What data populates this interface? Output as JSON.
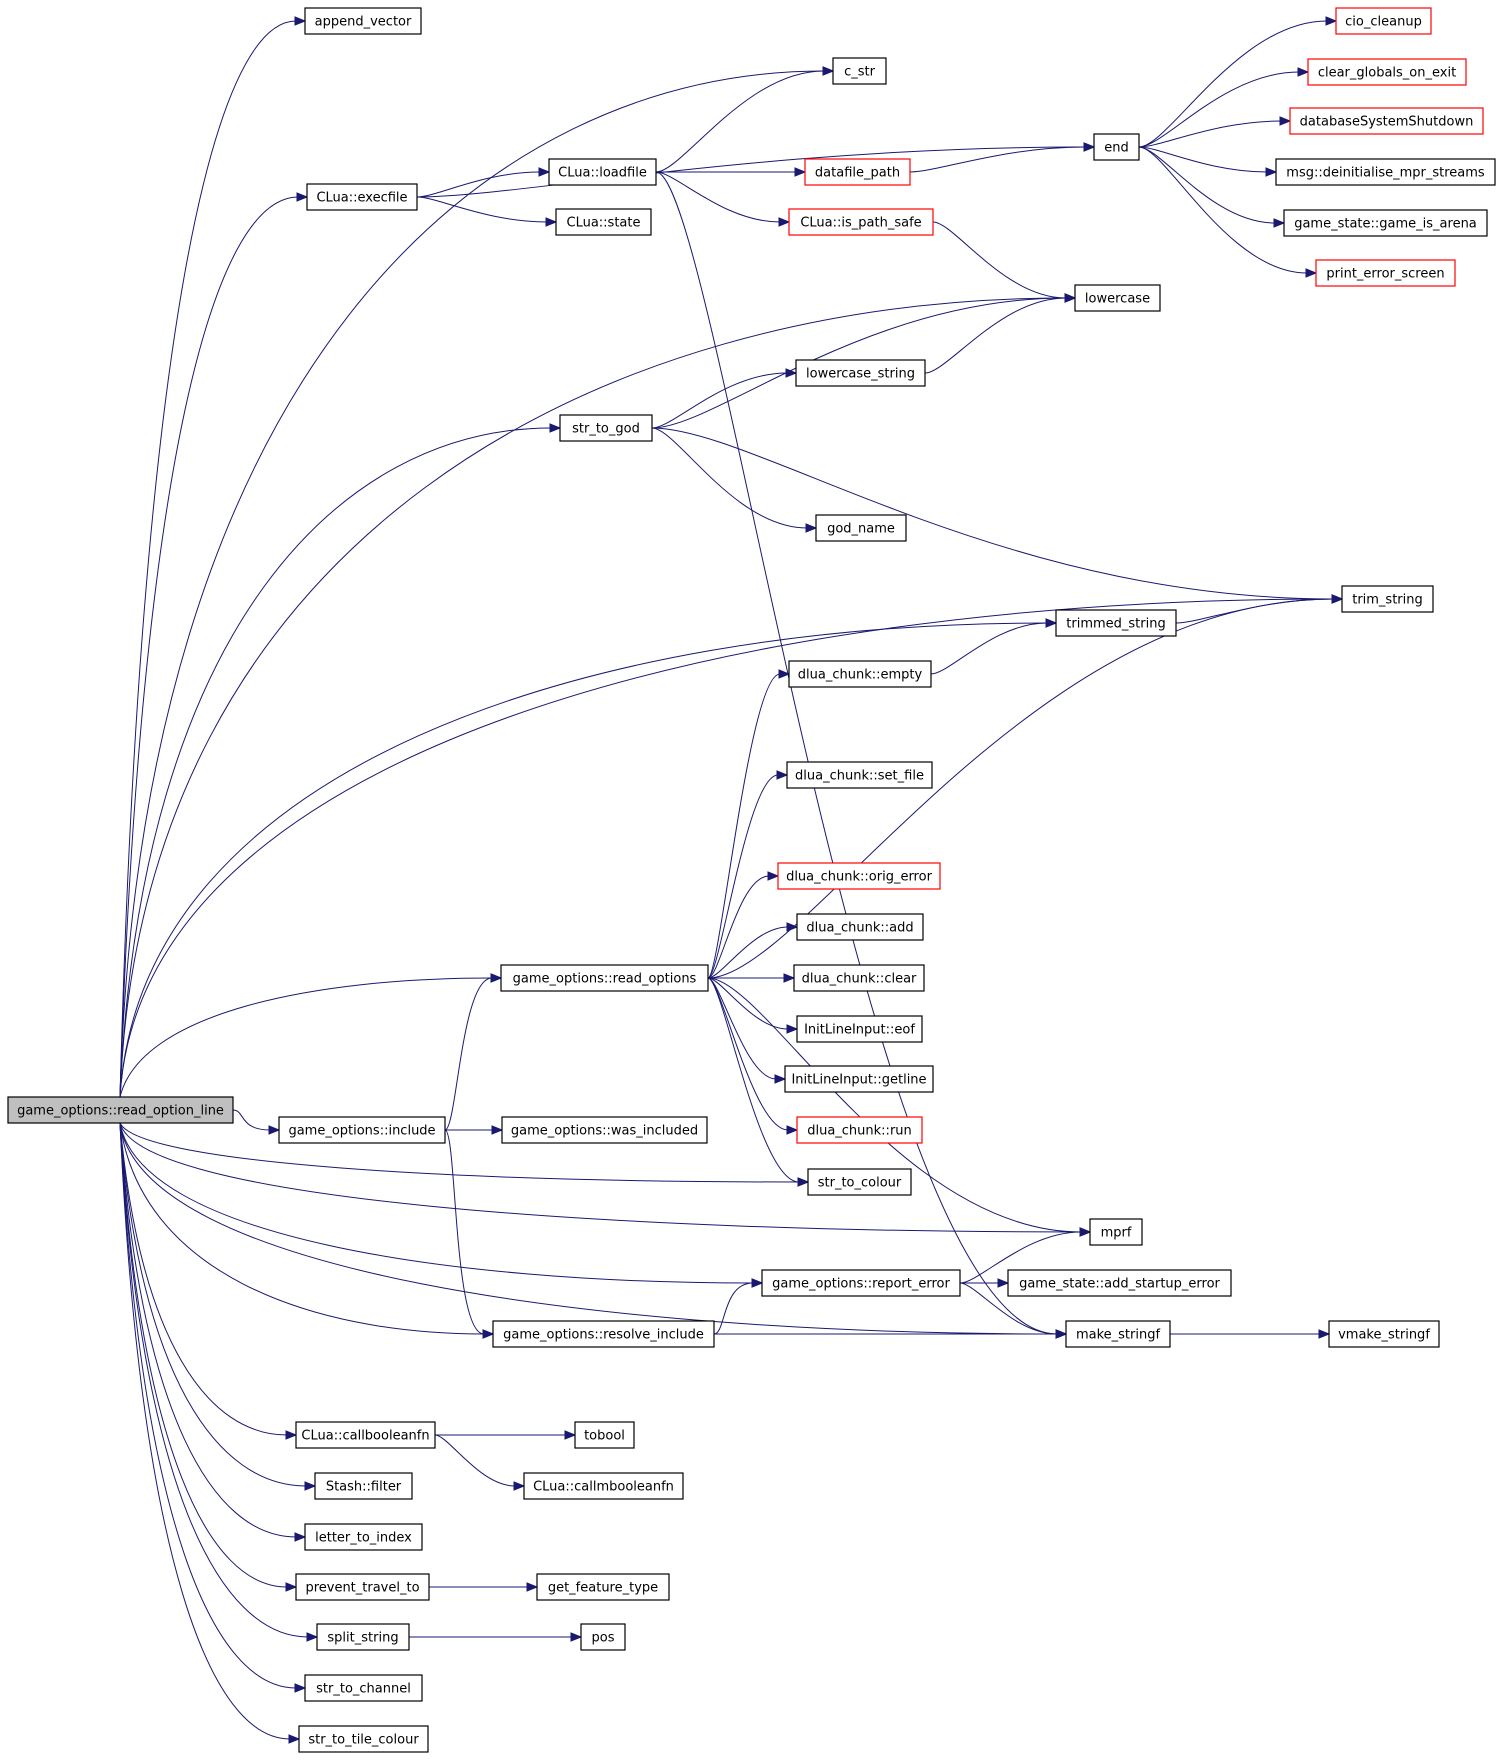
{
  "nodes": [
    {
      "id": "root",
      "label": "game_options::read_option_line",
      "style": "root"
    },
    {
      "id": "append_vector",
      "label": "append_vector"
    },
    {
      "id": "c_str",
      "label": "c_str"
    },
    {
      "id": "execfile",
      "label": "CLua::execfile"
    },
    {
      "id": "loadfile",
      "label": "CLua::loadfile"
    },
    {
      "id": "state",
      "label": "CLua::state"
    },
    {
      "id": "datafile_path",
      "label": "datafile_path",
      "style": "red"
    },
    {
      "id": "is_path_safe",
      "label": "CLua::is_path_safe",
      "style": "red"
    },
    {
      "id": "end",
      "label": "end"
    },
    {
      "id": "cio_cleanup",
      "label": "cio_cleanup",
      "style": "red"
    },
    {
      "id": "clear_globals",
      "label": "clear_globals_on_exit",
      "style": "red"
    },
    {
      "id": "dbshutdown",
      "label": "databaseSystemShutdown",
      "style": "red"
    },
    {
      "id": "msg_deinit",
      "label": "msg::deinitialise_mpr_streams"
    },
    {
      "id": "game_is_arena",
      "label": "game_state::game_is_arena"
    },
    {
      "id": "print_error_screen",
      "label": "print_error_screen",
      "style": "red"
    },
    {
      "id": "lowercase",
      "label": "lowercase"
    },
    {
      "id": "lowercase_string",
      "label": "lowercase_string"
    },
    {
      "id": "str_to_god",
      "label": "str_to_god"
    },
    {
      "id": "god_name",
      "label": "god_name"
    },
    {
      "id": "trim_string",
      "label": "trim_string"
    },
    {
      "id": "trimmed_string",
      "label": "trimmed_string"
    },
    {
      "id": "dlua_empty",
      "label": "dlua_chunk::empty"
    },
    {
      "id": "dlua_set_file",
      "label": "dlua_chunk::set_file"
    },
    {
      "id": "dlua_orig_error",
      "label": "dlua_chunk::orig_error",
      "style": "red"
    },
    {
      "id": "dlua_add",
      "label": "dlua_chunk::add"
    },
    {
      "id": "dlua_clear",
      "label": "dlua_chunk::clear"
    },
    {
      "id": "read_options",
      "label": "game_options::read_options"
    },
    {
      "id": "il_eof",
      "label": "InitLineInput::eof"
    },
    {
      "id": "il_getline",
      "label": "InitLineInput::getline"
    },
    {
      "id": "dlua_run",
      "label": "dlua_chunk::run",
      "style": "red"
    },
    {
      "id": "include",
      "label": "game_options::include"
    },
    {
      "id": "was_included",
      "label": "game_options::was_included"
    },
    {
      "id": "str_to_colour",
      "label": "str_to_colour"
    },
    {
      "id": "mprf",
      "label": "mprf"
    },
    {
      "id": "report_error",
      "label": "game_options::report_error"
    },
    {
      "id": "add_startup_error",
      "label": "game_state::add_startup_error"
    },
    {
      "id": "resolve_include",
      "label": "game_options::resolve_include"
    },
    {
      "id": "make_stringf",
      "label": "make_stringf"
    },
    {
      "id": "vmake_stringf",
      "label": "vmake_stringf"
    },
    {
      "id": "callbooleanfn",
      "label": "CLua::callbooleanfn"
    },
    {
      "id": "tobool",
      "label": "tobool"
    },
    {
      "id": "callmbooleanfn",
      "label": "CLua::callmbooleanfn"
    },
    {
      "id": "stash_filter",
      "label": "Stash::filter"
    },
    {
      "id": "letter_to_index",
      "label": "letter_to_index"
    },
    {
      "id": "prevent_travel_to",
      "label": "prevent_travel_to"
    },
    {
      "id": "get_feature_type",
      "label": "get_feature_type"
    },
    {
      "id": "split_string",
      "label": "split_string"
    },
    {
      "id": "pos",
      "label": "pos"
    },
    {
      "id": "str_to_channel",
      "label": "str_to_channel"
    },
    {
      "id": "str_to_tile_colour",
      "label": "str_to_tile_colour"
    }
  ],
  "edges": [
    [
      "root",
      "append_vector"
    ],
    [
      "root",
      "c_str"
    ],
    [
      "root",
      "execfile"
    ],
    [
      "root",
      "lowercase"
    ],
    [
      "root",
      "str_to_god"
    ],
    [
      "root",
      "trim_string"
    ],
    [
      "root",
      "trimmed_string"
    ],
    [
      "root",
      "read_options"
    ],
    [
      "root",
      "include"
    ],
    [
      "root",
      "str_to_colour"
    ],
    [
      "root",
      "mprf"
    ],
    [
      "root",
      "report_error"
    ],
    [
      "root",
      "resolve_include"
    ],
    [
      "root",
      "make_stringf"
    ],
    [
      "root",
      "callbooleanfn"
    ],
    [
      "root",
      "stash_filter"
    ],
    [
      "root",
      "letter_to_index"
    ],
    [
      "root",
      "prevent_travel_to"
    ],
    [
      "root",
      "split_string"
    ],
    [
      "root",
      "str_to_channel"
    ],
    [
      "root",
      "str_to_tile_colour"
    ],
    [
      "execfile",
      "end"
    ],
    [
      "execfile",
      "loadfile"
    ],
    [
      "execfile",
      "state"
    ],
    [
      "loadfile",
      "c_str"
    ],
    [
      "loadfile",
      "datafile_path"
    ],
    [
      "loadfile",
      "is_path_safe"
    ],
    [
      "loadfile",
      "make_stringf"
    ],
    [
      "datafile_path",
      "end"
    ],
    [
      "is_path_safe",
      "lowercase"
    ],
    [
      "end",
      "cio_cleanup"
    ],
    [
      "end",
      "clear_globals"
    ],
    [
      "end",
      "dbshutdown"
    ],
    [
      "end",
      "msg_deinit"
    ],
    [
      "end",
      "game_is_arena"
    ],
    [
      "end",
      "print_error_screen"
    ],
    [
      "lowercase_string",
      "lowercase"
    ],
    [
      "str_to_god",
      "lowercase"
    ],
    [
      "str_to_god",
      "lowercase_string"
    ],
    [
      "str_to_god",
      "god_name"
    ],
    [
      "str_to_god",
      "trim_string"
    ],
    [
      "trimmed_string",
      "trim_string"
    ],
    [
      "dlua_empty",
      "trimmed_string"
    ],
    [
      "read_options",
      "dlua_empty"
    ],
    [
      "read_options",
      "trim_string"
    ],
    [
      "read_options",
      "dlua_set_file"
    ],
    [
      "read_options",
      "mprf"
    ],
    [
      "read_options",
      "dlua_orig_error"
    ],
    [
      "read_options",
      "dlua_add"
    ],
    [
      "read_options",
      "dlua_clear"
    ],
    [
      "read_options",
      "il_eof"
    ],
    [
      "read_options",
      "il_getline"
    ],
    [
      "read_options",
      "dlua_run"
    ],
    [
      "read_options",
      "str_to_colour"
    ],
    [
      "include",
      "read_options"
    ],
    [
      "include",
      "was_included"
    ],
    [
      "include",
      "resolve_include"
    ],
    [
      "report_error",
      "mprf"
    ],
    [
      "report_error",
      "add_startup_error"
    ],
    [
      "report_error",
      "make_stringf"
    ],
    [
      "resolve_include",
      "report_error"
    ],
    [
      "resolve_include",
      "make_stringf"
    ],
    [
      "make_stringf",
      "vmake_stringf"
    ],
    [
      "callbooleanfn",
      "tobool"
    ],
    [
      "callbooleanfn",
      "callmbooleanfn"
    ],
    [
      "prevent_travel_to",
      "get_feature_type"
    ],
    [
      "split_string",
      "pos"
    ]
  ]
}
